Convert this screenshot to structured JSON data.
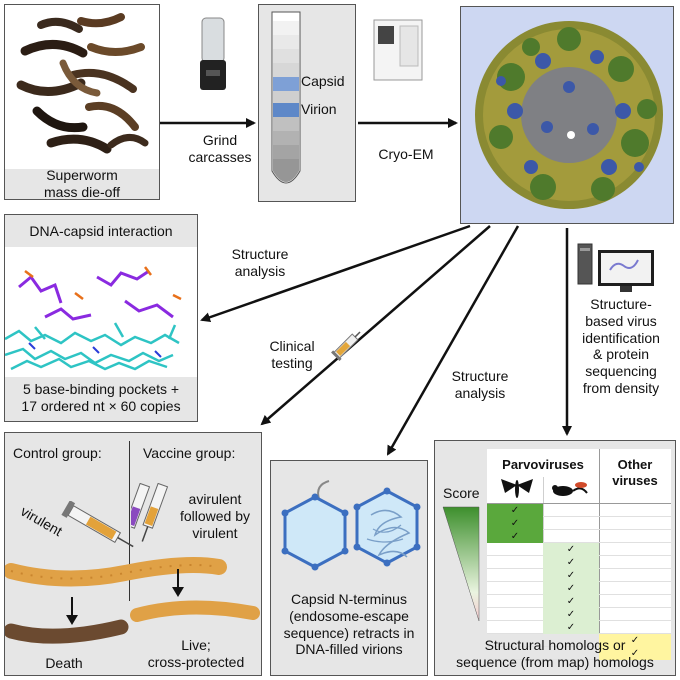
{
  "superworm_caption": [
    "Superworm",
    "mass die-off"
  ],
  "grind_label": [
    "Grind",
    "carcasses"
  ],
  "gradient_labels": {
    "capsid": "Capsid",
    "virion": "Virion"
  },
  "cryoem_label": "Cryo-EM",
  "dna_capsid": {
    "title": "DNA-capsid interaction",
    "caption": [
      "5 base-binding pockets +",
      "17 ordered nt × 60 copies"
    ]
  },
  "structure_analysis_1": [
    "Structure",
    "analysis"
  ],
  "structure_analysis_2": [
    "Structure",
    "analysis"
  ],
  "clinical_testing": [
    "Clinical",
    "testing"
  ],
  "identification": [
    "Structure-",
    "based virus",
    "identification",
    "& protein",
    "sequencing",
    "from density"
  ],
  "vaccine_panel": {
    "control_title": "Control group:",
    "vaccine_title": "Vaccine group:",
    "virulent_label": "virulent",
    "avirulent_text": [
      "avirulent",
      "followed by",
      "virulent"
    ],
    "death_label": "Death",
    "live_label": [
      "Live;",
      "cross-protected"
    ]
  },
  "capsid_panel": {
    "caption": [
      "Capsid N-terminus",
      "(endosome-escape",
      "sequence) retracts in",
      "DNA-filled virions"
    ]
  },
  "homolog_panel": {
    "parvo_header": "Parvoviruses",
    "other_header": [
      "Other",
      "viruses"
    ],
    "score_label": "Score",
    "check": "✓",
    "caption": [
      "Structural homologs or",
      "sequence (from map) homologs"
    ]
  },
  "colors": {
    "arrow": "#111111",
    "box_border": "#555555",
    "panel_gray": "#e6e6e6",
    "green_dark": "#5aa83c",
    "green_light": "#dcefd2",
    "yellow": "#fff5a0",
    "capsid_bg": "#cdd7f2"
  }
}
